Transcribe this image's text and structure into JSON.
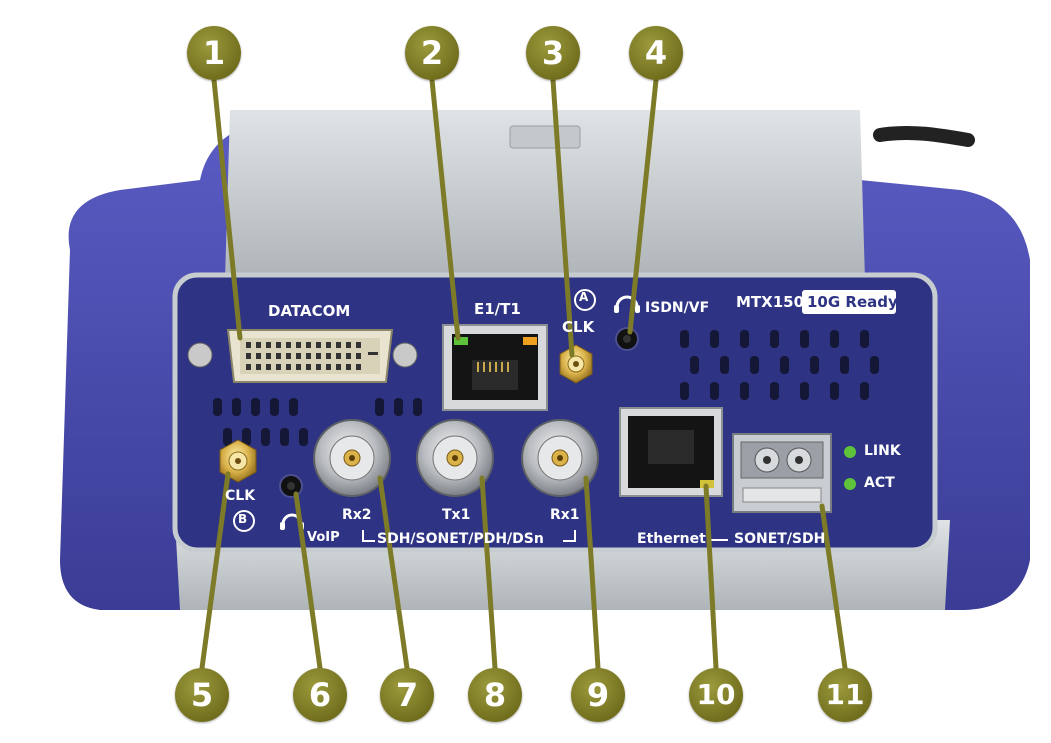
{
  "panel": {
    "datacom_label": "DATACOM",
    "e1t1_label": "E1/T1",
    "clk_a_marker": "A",
    "clk_a_label": "CLK",
    "isdn_label": "ISDN/VF",
    "model_label": "MTX150",
    "ready_badge": "10G Ready",
    "clk_b_label": "CLK",
    "clk_b_marker": "B",
    "voip_label": "VoIP",
    "rx2_label": "Rx2",
    "tx1_label": "Tx1",
    "rx1_label": "Rx1",
    "sdh_group_label": "SDH/SONET/PDH/DSn",
    "ethernet_label": "Ethernet",
    "sonet_sdh_label": "SONET/SDH",
    "link_label": "LINK",
    "act_label": "ACT"
  },
  "callouts": [
    "1",
    "2",
    "3",
    "4",
    "5",
    "6",
    "7",
    "8",
    "9",
    "10",
    "11"
  ],
  "colors": {
    "callout": "#7d7b27",
    "panel": "#2f3384",
    "body_shell": "#4b4cb0",
    "housing": "#c9ced1",
    "led_green": "#5ec23a",
    "led_amber": "#f0a020"
  }
}
